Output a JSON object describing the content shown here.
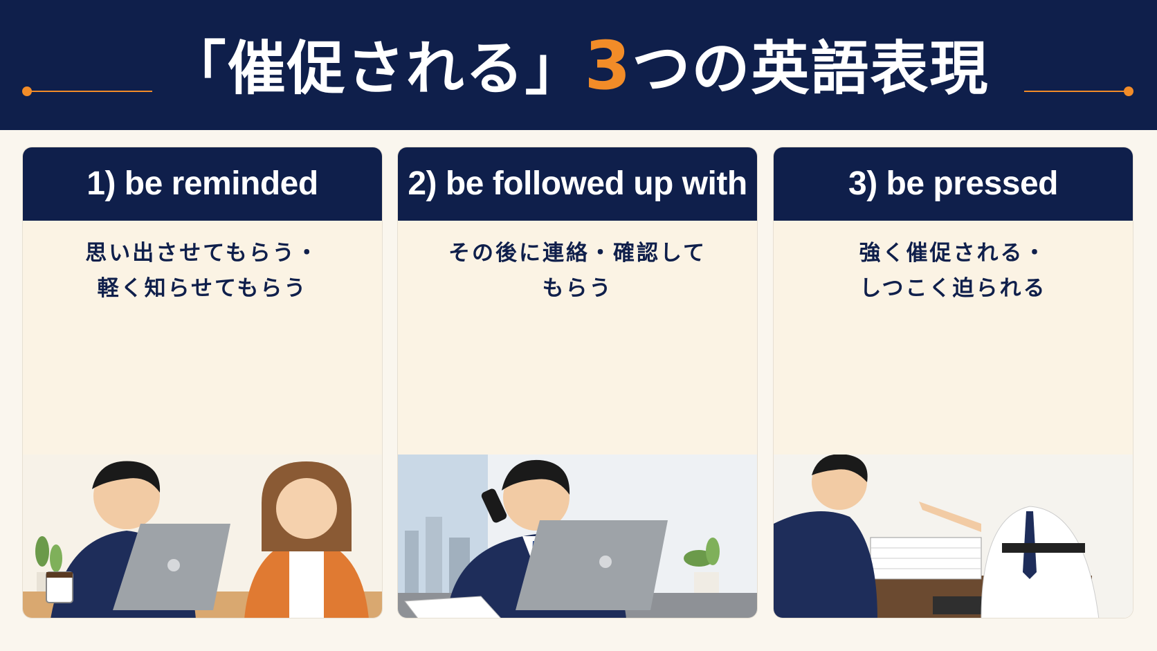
{
  "title": {
    "before": "「催促される」",
    "number": "3",
    "after": "つの英語表現"
  },
  "panels": [
    {
      "heading": "1) be reminded",
      "meaning_line1": "思い出させてもらう・",
      "meaning_line2": "軽く知らせてもらう",
      "illustration": "two-colleagues-calendar-reminder"
    },
    {
      "heading": "2) be followed up with",
      "meaning_line1": "その後に連絡・確認して",
      "meaning_line2": "もらう",
      "illustration": "businessman-on-phone-follow-up"
    },
    {
      "heading": "3) be pressed",
      "meaning_line1": "強く催促される・",
      "meaning_line2": "しつこく迫られる",
      "illustration": "angry-boss-pressing-employee"
    }
  ],
  "colors": {
    "navy": "#0f1f4b",
    "accent_orange": "#f28c28",
    "cream": "#fbf3e4",
    "background": "#faf6ee"
  }
}
